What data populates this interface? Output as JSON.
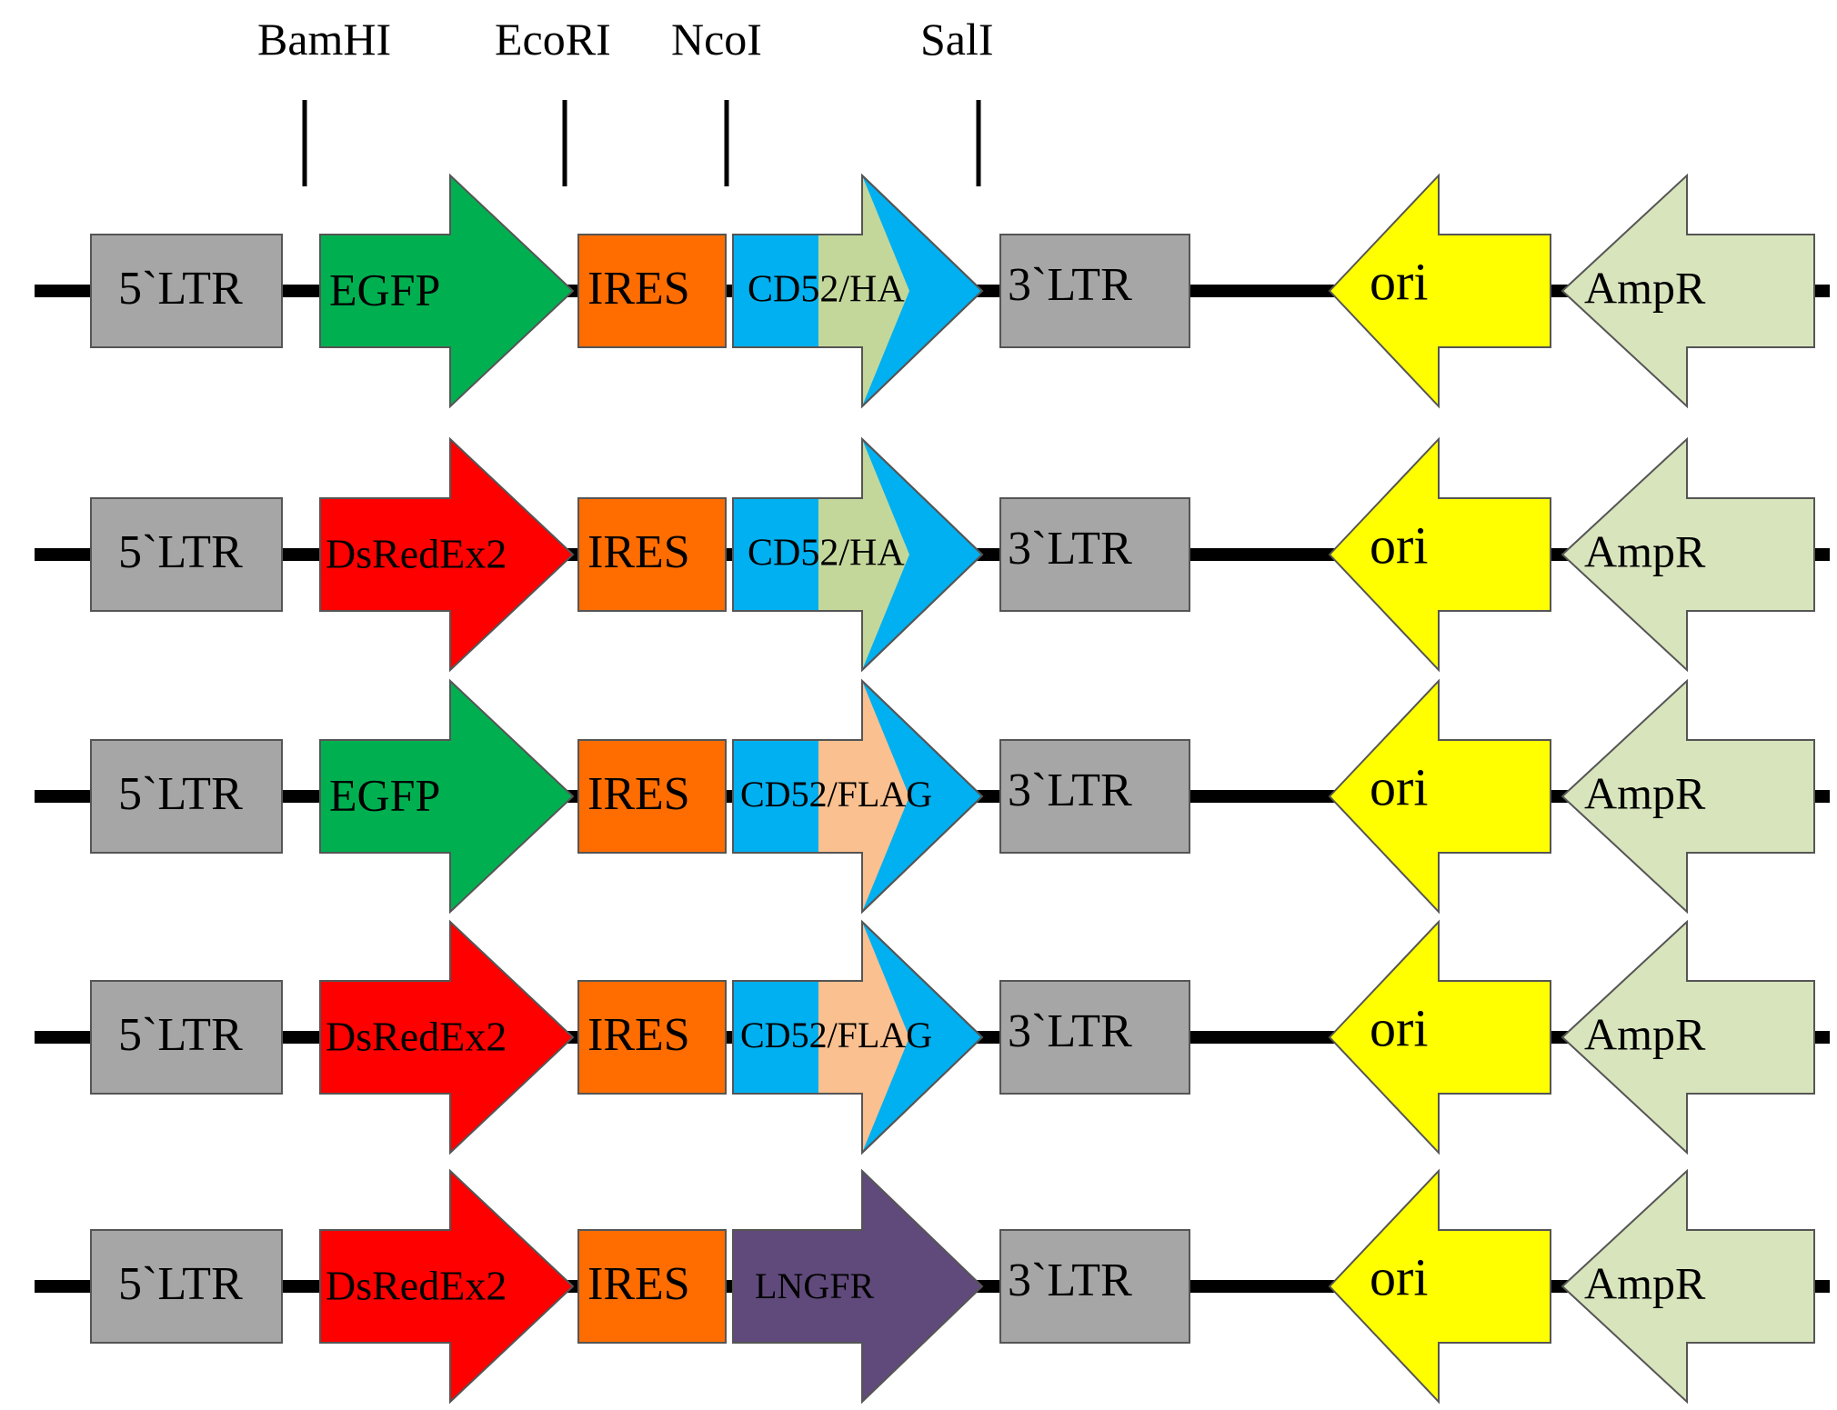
{
  "restriction_sites": [
    "BamHI",
    "EcoRI",
    "NcoI",
    "SalI"
  ],
  "constructs": [
    {
      "ltr5": "5`LTR",
      "reporter": "EGFP",
      "ires": "IRES",
      "marker": "CD52/HA",
      "ltr3": "3`LTR",
      "ori": "ori",
      "ampr": "AmpR"
    },
    {
      "ltr5": "5`LTR",
      "reporter": "DsRedEx2",
      "ires": "IRES",
      "marker": "CD52/HA",
      "ltr3": "3`LTR",
      "ori": "ori",
      "ampr": "AmpR"
    },
    {
      "ltr5": "5`LTR",
      "reporter": "EGFP",
      "ires": "IRES",
      "marker": "CD52/FLAG",
      "ltr3": "3`LTR",
      "ori": "ori",
      "ampr": "AmpR"
    },
    {
      "ltr5": "5`LTR",
      "reporter": "DsRedEx2",
      "ires": "IRES",
      "marker": "CD52/FLAG",
      "ltr3": "3`LTR",
      "ori": "ori",
      "ampr": "AmpR"
    },
    {
      "ltr5": "5`LTR",
      "reporter": "DsRedEx2",
      "ires": "IRES",
      "marker": "LNGFR",
      "ltr3": "3`LTR",
      "ori": "ori",
      "ampr": "AmpR"
    }
  ],
  "colors": {
    "ltr": "#a6a6a6",
    "EGFP": "#00b050",
    "DsRedEx2": "#ff0000",
    "ires": "#ff6d00",
    "cd52": "#00b0f0",
    "HA": "#c4d79b",
    "FLAG": "#fac090",
    "LNGFR": "#604a7b",
    "ori": "#ffff00",
    "ampr": "#d8e4bc",
    "backbone": "#000000"
  }
}
